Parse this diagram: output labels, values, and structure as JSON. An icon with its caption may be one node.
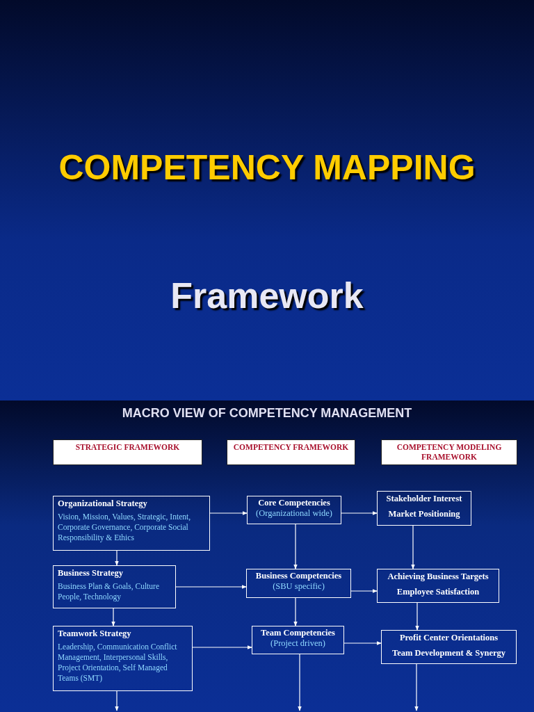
{
  "diagram": {
    "title": "COMPETENCY MAPPING",
    "nodes": [
      {
        "text": [
          "STRATEGIC FRAMEWORK"
        ]
      },
      {
        "text": [
          "COMPETENCY FRAMEWORK"
        ]
      },
      {
        "text": [
          "COMPETENCY MODELING FRAMEWORK"
        ]
      },
      {
        "text": [
          "Organizational Strategy",
          "Vision, Mission, Values, Strategic, Intent, Corporate Governance, Corporate Social Responsibility & Ethics"
        ]
      },
      {
        "text": [
          "Core Competencies",
          "(Organizational wide)"
        ]
      },
      {
        "text": [
          "Stakeholder Interest",
          "Market Positioning"
        ]
      },
      {
        "text": [
          "Business Strategy",
          "Business Plan & Goals, Culture People, Technology"
        ]
      },
      {
        "text": [
          "Business Competencies",
          "(SBU specific)"
        ]
      },
      {
        "text": [
          "Achieving Business Targets",
          "Employee Satisfaction"
        ]
      },
      {
        "text": [
          "Teamwork Strategy",
          "Leadership, Communication Conflict Management, Interpersonal Skills, Project Orientation, Self Managed Teams (SMT)"
        ]
      },
      {
        "text": [
          "Team Competencies",
          "(Project driven)"
        ]
      },
      {
        "text": [
          "Profit Center Orientations",
          "Team Development & Synergy"
        ]
      }
    ],
    "edges": [
      {
        "from": 3,
        "to": 4,
        "arrow": "to"
      },
      {
        "from": 4,
        "to": 5,
        "arrow": "to"
      },
      {
        "from": 3,
        "to": 6,
        "arrow": "to"
      },
      {
        "from": 4,
        "to": 7,
        "arrow": "to"
      },
      {
        "from": 5,
        "to": 8,
        "arrow": "to"
      },
      {
        "from": 6,
        "to": 7,
        "arrow": "to"
      },
      {
        "from": 7,
        "to": 8,
        "arrow": "to"
      },
      {
        "from": 6,
        "to": 9,
        "arrow": "to"
      },
      {
        "from": 7,
        "to": 10,
        "arrow": "to"
      },
      {
        "from": 8,
        "to": 11,
        "arrow": "to"
      },
      {
        "from": 9,
        "to": 10,
        "arrow": "to"
      },
      {
        "from": 10,
        "to": 11,
        "arrow": "to"
      },
      {
        "from": 9,
        "to": null,
        "arrow": "to"
      },
      {
        "from": 10,
        "to": null,
        "arrow": "to"
      },
      {
        "from": 11,
        "to": null,
        "arrow": "to"
      }
    ],
    "labels": [
      "Framework",
      "MACRO VIEW OF COMPETENCY MANAGEMENT"
    ]
  }
}
